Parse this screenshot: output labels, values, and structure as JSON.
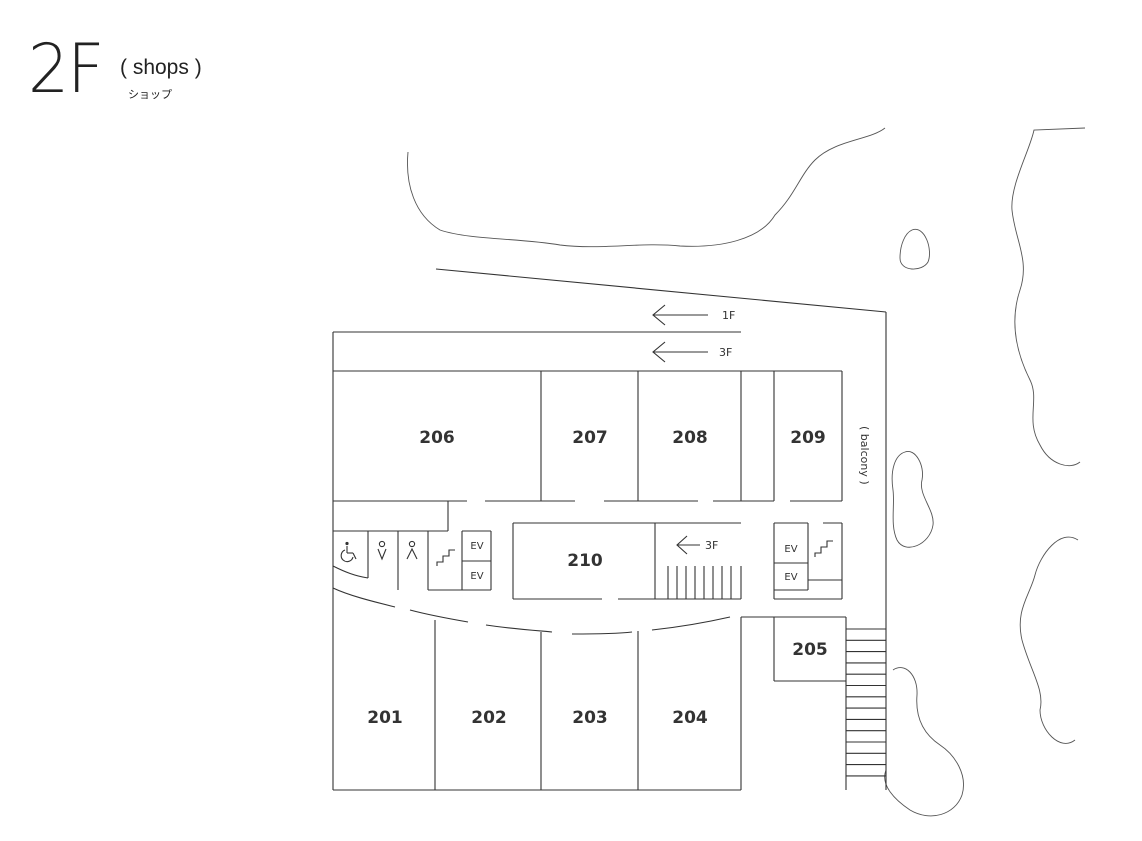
{
  "header": {
    "floor": "2F",
    "category": "( shops )",
    "category_jp": "ショップ"
  },
  "rooms": {
    "r201": "201",
    "r202": "202",
    "r203": "203",
    "r204": "204",
    "r205": "205",
    "r206": "206",
    "r207": "207",
    "r208": "208",
    "r209": "209",
    "r210": "210"
  },
  "directions": {
    "to_1f": "1F",
    "to_3f_top": "3F",
    "to_3f_stairs": "3F"
  },
  "elevators": {
    "ev_left_top": "EV",
    "ev_left_bottom": "EV",
    "ev_right_top": "EV",
    "ev_right_bottom": "EV"
  },
  "balcony": "( balcony )",
  "icons": [
    "wheelchair-icon",
    "female-restroom-icon",
    "male-restroom-icon",
    "stairs-icon",
    "arrow-left-icon"
  ]
}
